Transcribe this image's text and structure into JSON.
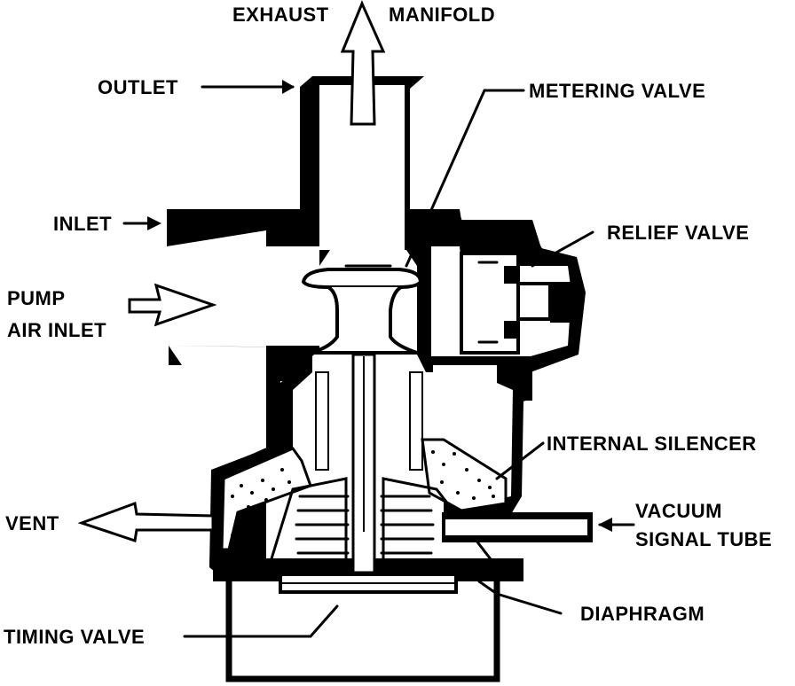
{
  "diagram": {
    "labels": {
      "exhaust": "EXHAUST",
      "manifold": "MANIFOLD",
      "outlet": "OUTLET",
      "metering_valve": "METERING VALVE",
      "inlet": "INLET",
      "relief_valve": "RELIEF VALVE",
      "pump": "PUMP",
      "air_inlet": "AIR INLET",
      "internal_silencer": "INTERNAL SILENCER",
      "vent": "VENT",
      "vacuum": "VACUUM",
      "signal_tube": "SIGNAL TUBE",
      "diaphragm": "DIAPHRAGM",
      "timing_valve": "TIMING VALVE"
    },
    "colors": {
      "ink": "#000000",
      "paper": "#ffffff"
    }
  }
}
